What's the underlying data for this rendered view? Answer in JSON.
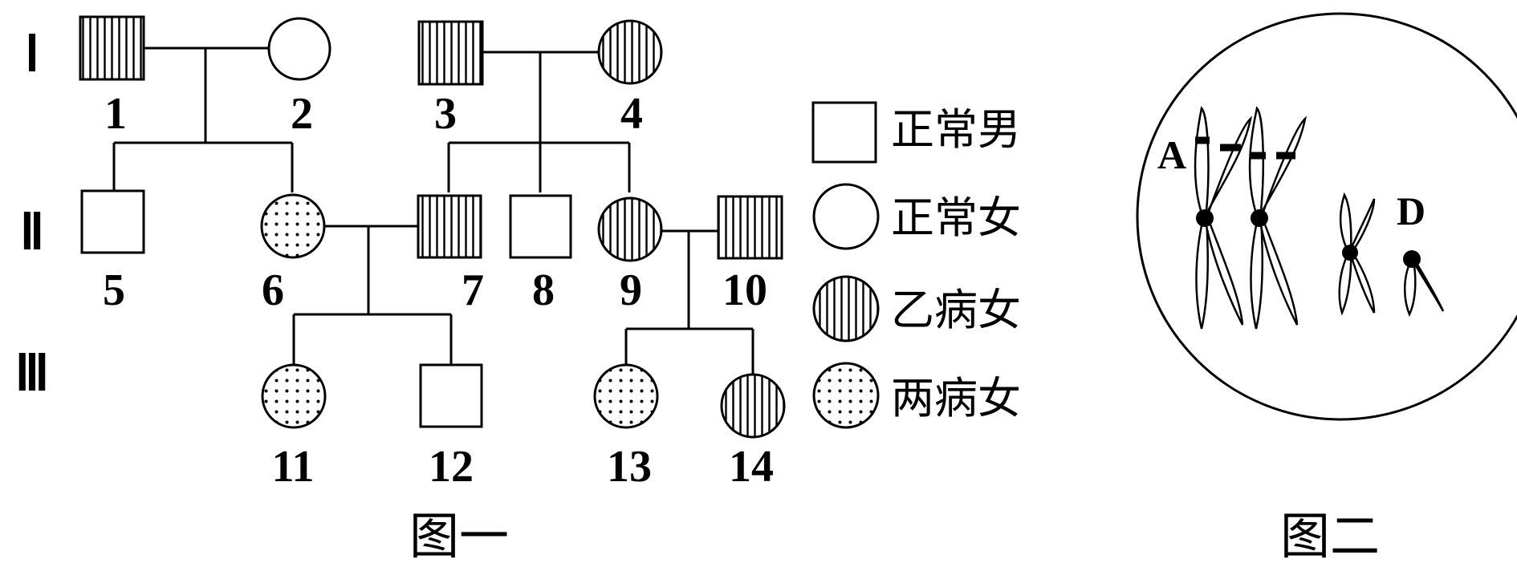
{
  "generations": [
    "Ⅰ",
    "Ⅱ",
    "Ⅲ"
  ],
  "individuals": [
    {
      "id": "1",
      "sex": "male",
      "status": "yi"
    },
    {
      "id": "2",
      "sex": "female",
      "status": "normal"
    },
    {
      "id": "3",
      "sex": "male",
      "status": "yi"
    },
    {
      "id": "4",
      "sex": "female",
      "status": "yi"
    },
    {
      "id": "5",
      "sex": "male",
      "status": "normal"
    },
    {
      "id": "6",
      "sex": "female",
      "status": "both"
    },
    {
      "id": "7",
      "sex": "male",
      "status": "yi"
    },
    {
      "id": "8",
      "sex": "male",
      "status": "normal"
    },
    {
      "id": "9",
      "sex": "female",
      "status": "yi"
    },
    {
      "id": "10",
      "sex": "male",
      "status": "yi"
    },
    {
      "id": "11",
      "sex": "female",
      "status": "both"
    },
    {
      "id": "12",
      "sex": "male",
      "status": "normal"
    },
    {
      "id": "13",
      "sex": "female",
      "status": "both"
    },
    {
      "id": "14",
      "sex": "female",
      "status": "yi"
    }
  ],
  "legend": [
    {
      "shape": "square",
      "fill": "normal",
      "label": "正常男"
    },
    {
      "shape": "circle",
      "fill": "normal",
      "label": "正常女"
    },
    {
      "shape": "circle",
      "fill": "yi",
      "label": "乙病女"
    },
    {
      "shape": "circle",
      "fill": "both",
      "label": "两病女"
    }
  ],
  "figure1_caption": "图一",
  "figure2_caption": "图二",
  "chromosome_labels": {
    "a": "A",
    "d": "D"
  }
}
